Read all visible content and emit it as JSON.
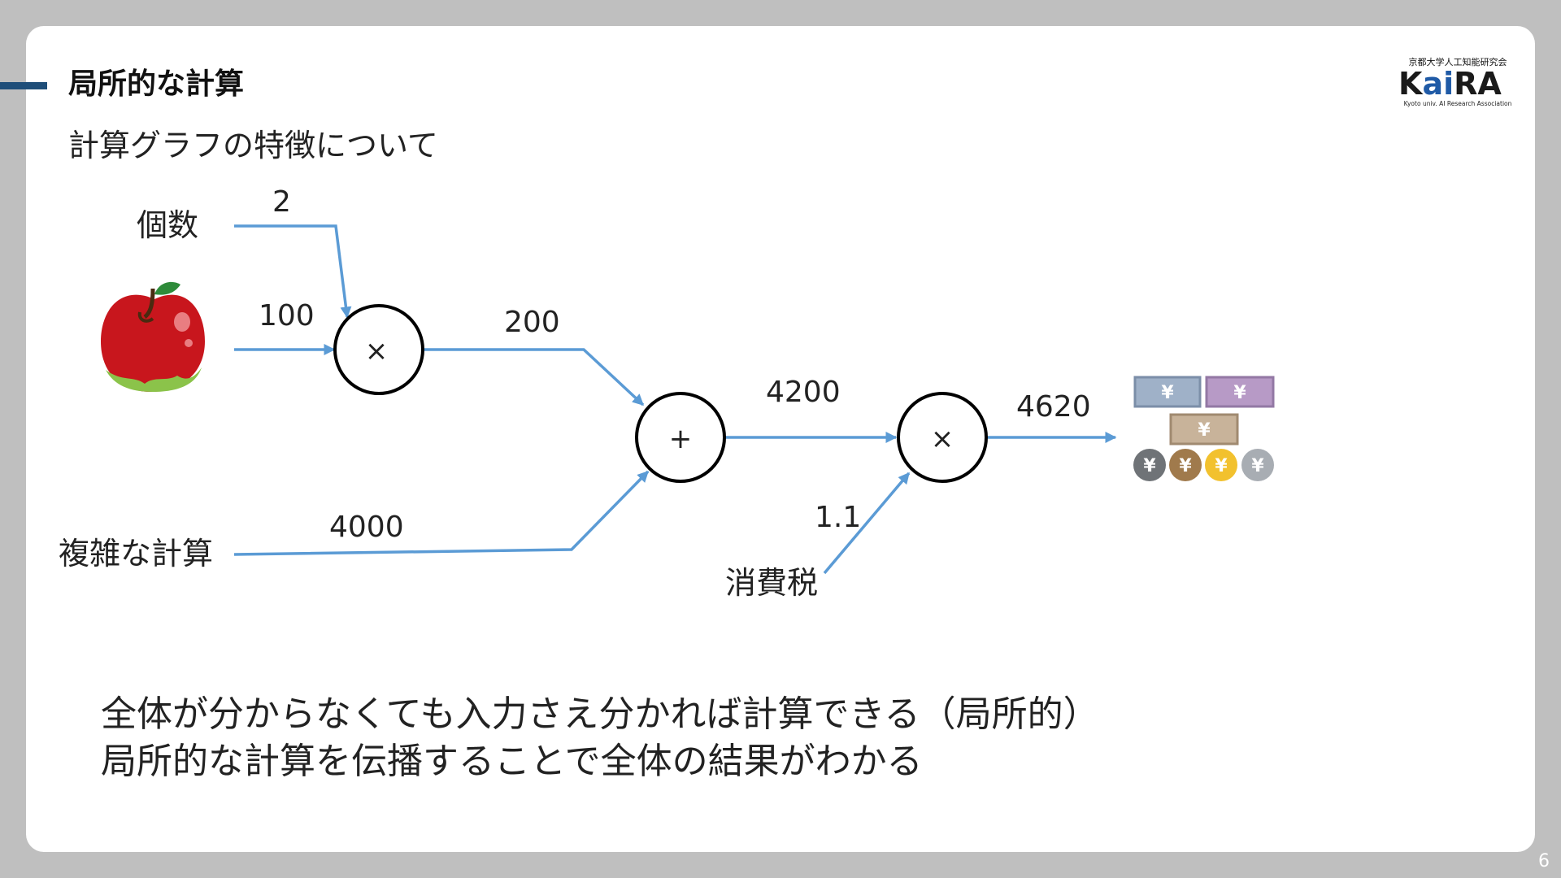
{
  "slide": {
    "title": "局所的な計算",
    "subtitle": "計算グラフの特徴について",
    "page_number": "6"
  },
  "logo": {
    "top_text": "京都大学人工知能研究会",
    "brand_prefix": "K",
    "brand_middle": "ai",
    "brand_suffix": "RA",
    "tagline": "Kyoto univ. AI Research Association"
  },
  "diagram": {
    "labels": {
      "count": "個数",
      "complex": "複雑な計算",
      "tax": "消費税"
    },
    "values": {
      "count": "2",
      "apple_price": "100",
      "mul1_out": "200",
      "complex_out": "4000",
      "add_out": "4200",
      "tax": "1.1",
      "result": "4620"
    },
    "nodes": {
      "mul1": "×",
      "add": "+",
      "mul2": "×"
    },
    "colors": {
      "arrow": "#5b9bd5",
      "node_border": "#000000"
    }
  },
  "summary": {
    "line1": "全体が分からなくても入力さえ分かれば計算できる（局所的）",
    "line2": "局所的な計算を伝播することで全体の結果がわかる"
  }
}
